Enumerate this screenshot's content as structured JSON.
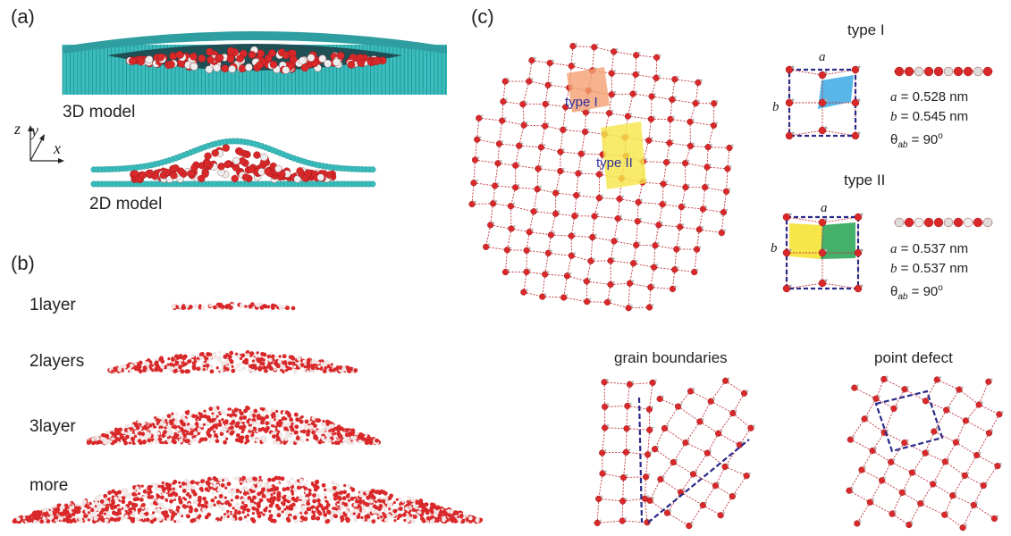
{
  "panels": {
    "a": "(a)",
    "b": "(b)",
    "c": "(c)"
  },
  "panel_a": {
    "model_3d": "3D model",
    "model_2d": "2D model",
    "axes": {
      "z": "z",
      "y": "y",
      "x": "x"
    }
  },
  "panel_b": {
    "rows": [
      "1layer",
      "2layers",
      "3layer",
      "more"
    ]
  },
  "panel_c": {
    "lattice_labels": {
      "type1": "type I",
      "type2": "type II"
    },
    "type1": {
      "title": "type I",
      "axis_a": "a",
      "axis_b": "b",
      "a_value": "= 0.528 nm",
      "b_value": "= 0.545 nm",
      "theta_value": "= 90",
      "theta_symbol": "θ",
      "theta_sub": "ab",
      "degree": "o"
    },
    "type2": {
      "title": "type II",
      "axis_a": "a",
      "axis_b": "b",
      "a_value": "= 0.537 nm",
      "b_value": "= 0.537 nm",
      "theta_value": "= 90",
      "theta_symbol": "θ",
      "theta_sub": "ab",
      "degree": "o"
    },
    "grain_title": "grain boundaries",
    "defect_title": "point defect"
  },
  "colors": {
    "oxygen": "#d9282a",
    "hydrogen": "#eeeeee",
    "graphene": "#3cbdbd",
    "dash": "#2a2a8a",
    "type1_fill": "#f4a070",
    "type2_fill": "#f7e64a",
    "blue_fill": "#58b7e8",
    "green_fill": "#44b06a"
  }
}
